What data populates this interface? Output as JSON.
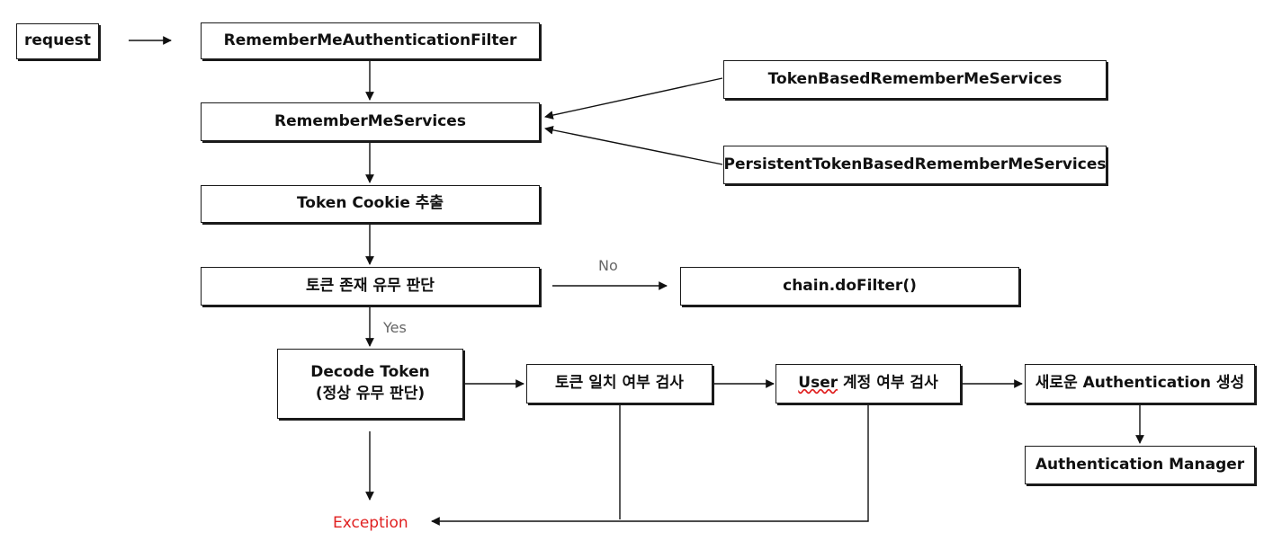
{
  "nodes": {
    "request": "request",
    "filter": "RememberMeAuthenticationFilter",
    "services": "RememberMeServices",
    "token_based": "TokenBasedRememberMeServices",
    "persistent": "PersistentTokenBasedRememberMeServices",
    "extract_cookie": "Token Cookie 추출",
    "check_exists": "토큰 존재 유무 판단",
    "do_filter": "chain.doFilter()",
    "decode_line1": "Decode Token",
    "decode_line2": "(정상 유무 판단)",
    "match_check": "토큰 일치 여부 검사",
    "user_word": "User",
    "user_check_rest": " 계정 여부 검사",
    "new_auth": "새로운 Authentication 생성",
    "auth_manager": "Authentication Manager"
  },
  "edge_labels": {
    "no": "No",
    "yes": "Yes",
    "exception": "Exception"
  },
  "colors": {
    "border": "#1a1a1a",
    "label_gray": "#666666",
    "exception_red": "#e02020"
  }
}
